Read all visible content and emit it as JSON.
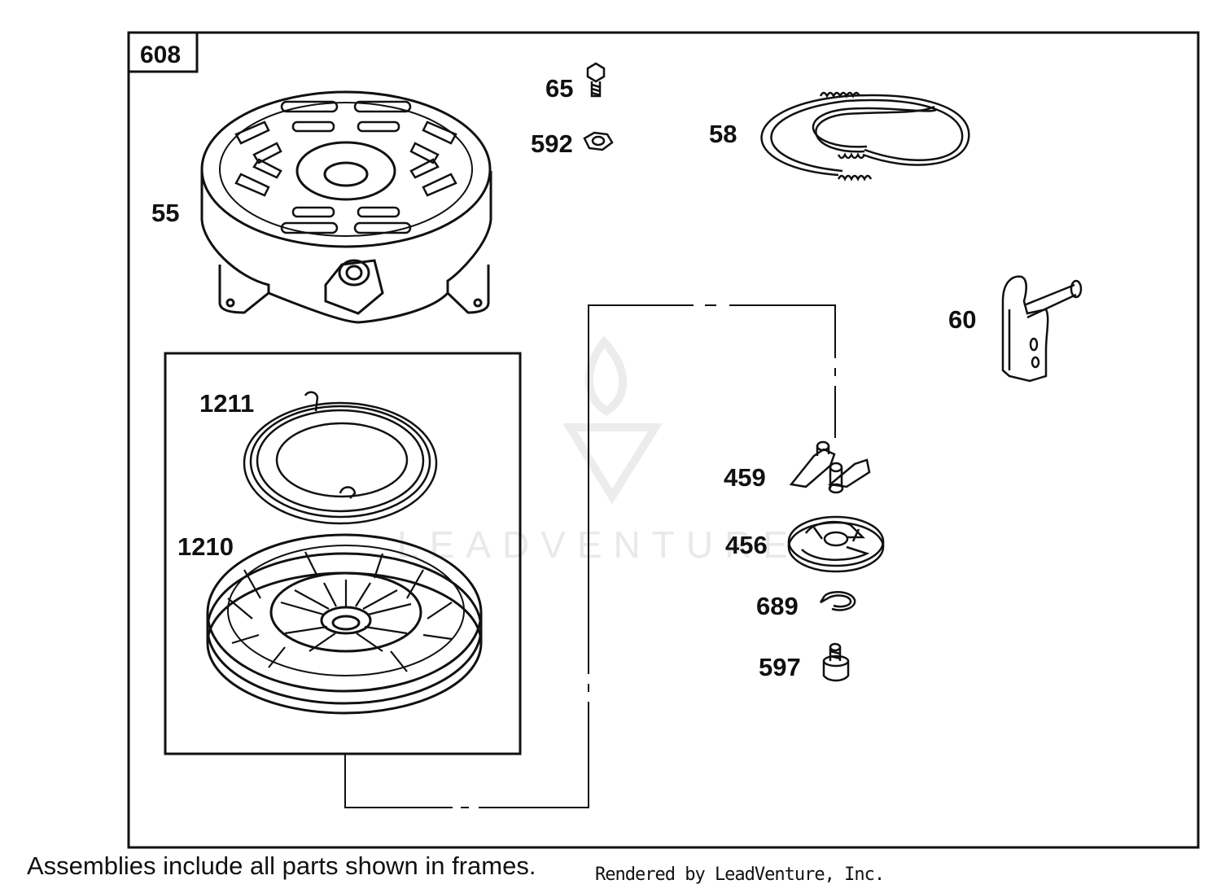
{
  "diagram": {
    "frame_id": "608",
    "callouts": {
      "p55": "55",
      "p65": "65",
      "p592": "592",
      "p58": "58",
      "p60": "60",
      "p1211": "1211",
      "p1210": "1210",
      "p459": "459",
      "p456": "456",
      "p689": "689",
      "p597": "597"
    },
    "watermark": "LEADVENTURE",
    "footnote": "Assemblies include all parts shown in frames.",
    "credit": "Rendered by LeadVenture, Inc."
  },
  "colors": {
    "line": "#111111",
    "watermark": "#e9e9e9",
    "background": "#ffffff"
  }
}
